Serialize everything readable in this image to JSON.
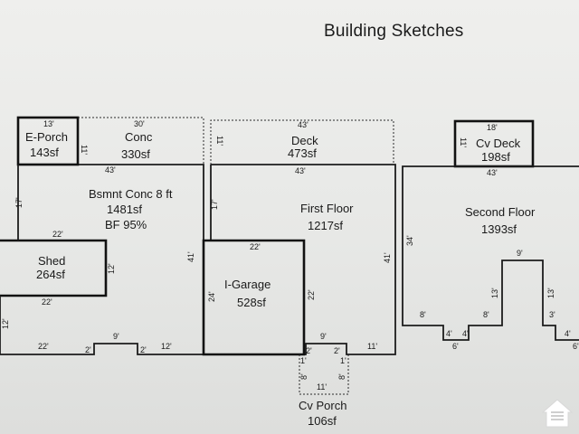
{
  "title": "Building Sketches",
  "areas": {
    "eporch": {
      "name": "E-Porch",
      "area": "143sf"
    },
    "conc": {
      "name": "Conc",
      "area": "330sf"
    },
    "bsmnt": {
      "name": "Bsmnt Conc 8 ft",
      "area": "1481sf",
      "bf": "BF 95%"
    },
    "shed": {
      "name": "Shed",
      "area": "264sf"
    },
    "deck": {
      "name": "Deck",
      "area": "473sf"
    },
    "first": {
      "name": "First Floor",
      "area": "1217sf"
    },
    "garage": {
      "name": "I-Garage",
      "area": "528sf"
    },
    "cvporch": {
      "name": "Cv Porch",
      "area": "106sf"
    },
    "cvdeck": {
      "name": "Cv Deck",
      "area": "198sf"
    },
    "second": {
      "name": "Second Floor",
      "area": "1393sf"
    }
  },
  "dims": {
    "d13": "13'",
    "d30": "30'",
    "d11a": "11'",
    "d43a": "43'",
    "d17a": "17'",
    "d22a": "22'",
    "d12a": "12'",
    "d22b": "22'",
    "d12b": "12'",
    "d41a": "41'",
    "d22c": "22'",
    "d2a": "2'",
    "d9a": "9'",
    "d2b": "2'",
    "d12c": "12'",
    "d43b": "43'",
    "d11b": "11'",
    "d43c": "43'",
    "d17b": "17'",
    "d22d": "22'",
    "d24": "24'",
    "d22e": "22'",
    "d41b": "41'",
    "d9b": "9'",
    "d2c": "2'",
    "d2d": "2'",
    "d11c": "11'",
    "d1a": "1'",
    "d1b": "1'",
    "d8a": "8'",
    "d8b": "8'",
    "d11d": "11'",
    "d18": "18'",
    "d11e": "11'",
    "d43d": "43'",
    "d34": "34'",
    "d9c": "9'",
    "d13a": "13'",
    "d13b": "13'",
    "d8c": "8'",
    "d8d": "8'",
    "d3": "3'",
    "d4a": "4'",
    "d4b": "4'",
    "d6a": "6'",
    "d4c": "4'",
    "d6b": "6'"
  },
  "logo_name": "house-logo-icon"
}
